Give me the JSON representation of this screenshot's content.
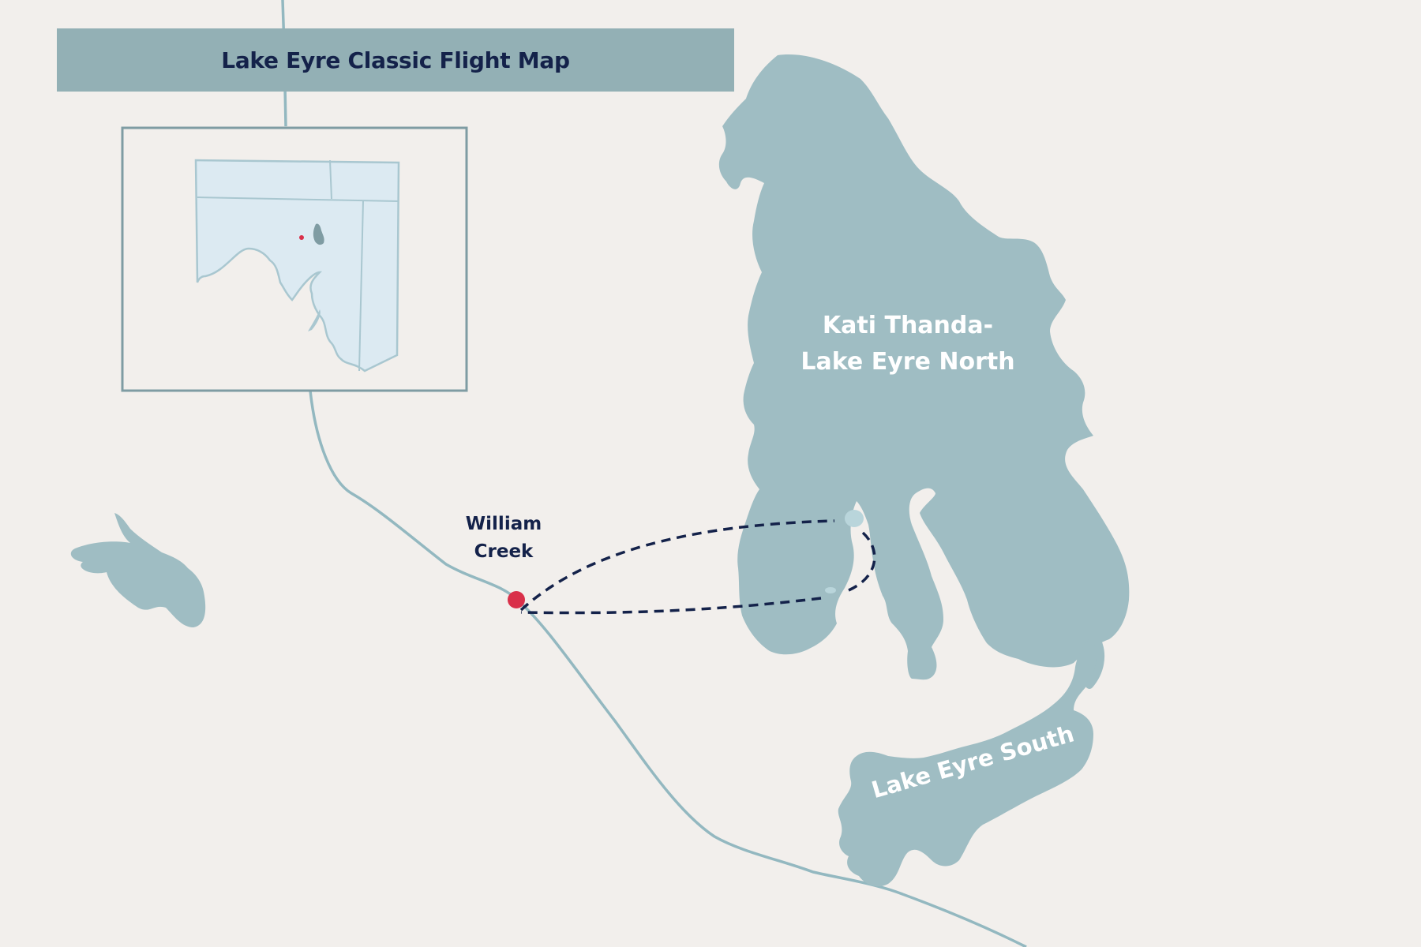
{
  "title": "Lake Eyre Classic Flight Map",
  "labels": {
    "town_line1": "William",
    "town_line2": "Creek",
    "north_line1": "Kati Thanda-",
    "north_line2": "Lake Eyre North",
    "south": "Lake Eyre South"
  },
  "colors": {
    "background": "#f2efec",
    "water": "#9fbdc3",
    "road": "#93b8c0",
    "title_bar": "#93b0b5",
    "title_text": "#14224a",
    "route": "#14224a",
    "town_marker": "#d9304a",
    "inset_fill": "#dceaf2",
    "inset_border": "#7f9ca3"
  },
  "markers": {
    "town": "red-location-dot",
    "inset_location": "red-location-dot"
  }
}
